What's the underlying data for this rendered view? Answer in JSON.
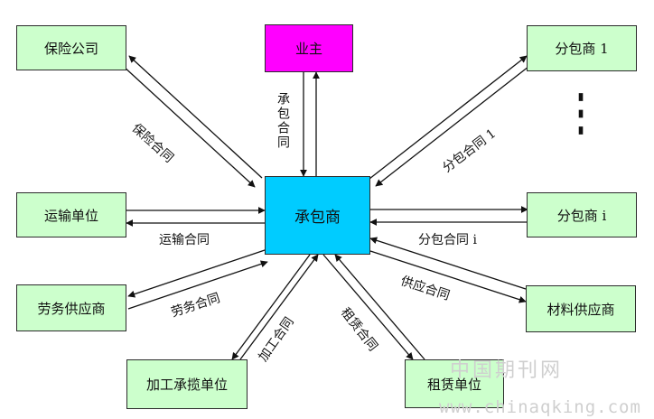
{
  "nodes": {
    "owner": "业主",
    "contractor": "承包商",
    "insurance": "保险公司",
    "transport": "运输单位",
    "labor": "劳务供应商",
    "processing": "加工承揽单位",
    "leasing": "租赁单位",
    "material": "材料供应商",
    "sub1": "分包商 1",
    "subi": "分包商 i",
    "ellipsis": "⋮"
  },
  "edges": {
    "owner": "承包合同",
    "insurance": "保险合同",
    "transport": "运输合同",
    "labor": "劳务合同",
    "processing": "加工合同",
    "leasing": "租赁合同",
    "material": "供应合同",
    "sub1": "分包合同 1",
    "subi": "分包合同 i"
  },
  "watermark": {
    "line1": "中国期刊网",
    "line2": "www.chinaqking.com"
  },
  "colors": {
    "owner": "#ff00ff",
    "contractor": "#00ccff",
    "party": "#ccffcc"
  }
}
